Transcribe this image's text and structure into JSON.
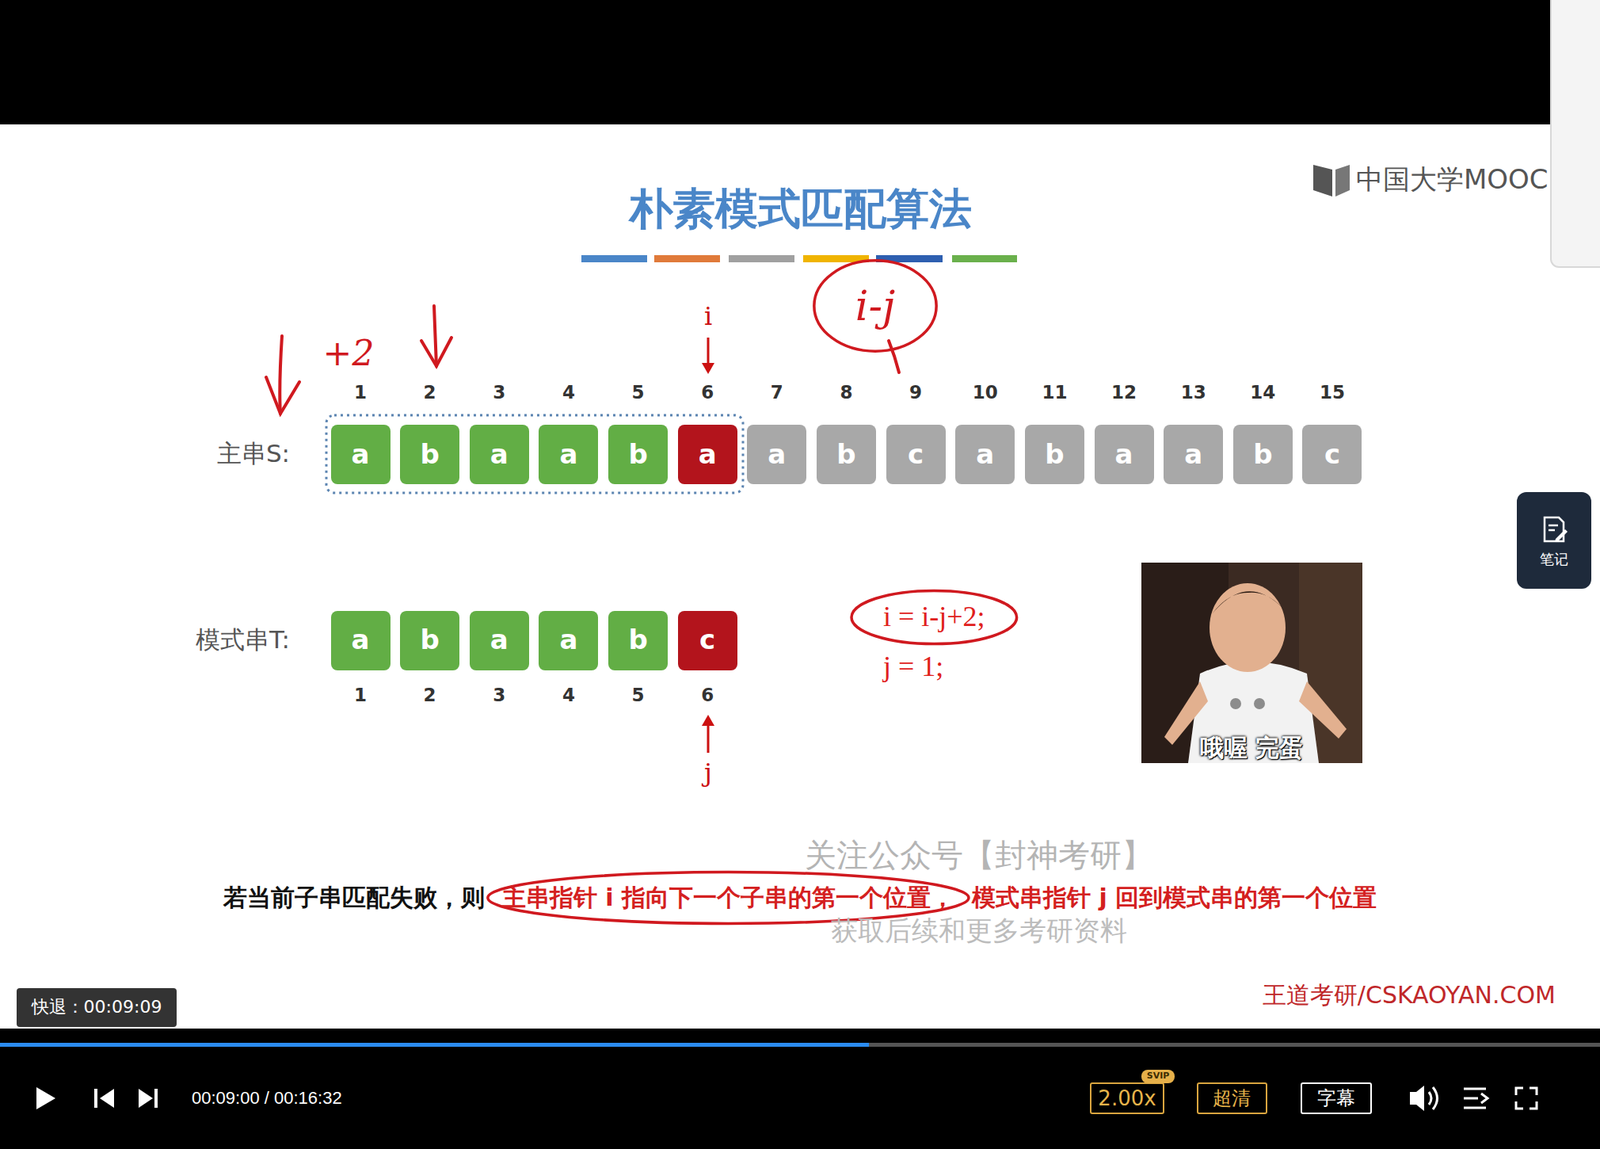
{
  "diagram": {
    "title": "朴素模式匹配算法",
    "nodes": [
      {
        "text": [
          "a"
        ]
      },
      {
        "text": [
          "b"
        ]
      },
      {
        "text": [
          "a"
        ]
      },
      {
        "text": [
          "a"
        ]
      },
      {
        "text": [
          "b"
        ]
      },
      {
        "text": [
          "a"
        ]
      },
      {
        "text": [
          "a"
        ]
      },
      {
        "text": [
          "b"
        ]
      },
      {
        "text": [
          "c"
        ]
      },
      {
        "text": [
          "a"
        ]
      },
      {
        "text": [
          "b"
        ]
      },
      {
        "text": [
          "a"
        ]
      },
      {
        "text": [
          "a"
        ]
      },
      {
        "text": [
          "b"
        ]
      },
      {
        "text": [
          "c"
        ]
      },
      {
        "text": [
          "a"
        ]
      },
      {
        "text": [
          "b"
        ]
      },
      {
        "text": [
          "a"
        ]
      },
      {
        "text": [
          "a"
        ]
      },
      {
        "text": [
          "b"
        ]
      },
      {
        "text": [
          "c"
        ]
      },
      {
        "text": [
          "笔记"
        ]
      },
      {
        "text": [
          "快退：00:09:09"
        ]
      },
      {
        "text": [
          "2.00x"
        ]
      },
      {
        "text": [
          "SVIP"
        ]
      },
      {
        "text": [
          "超清"
        ]
      },
      {
        "text": [
          "字幕"
        ]
      }
    ],
    "labels": [
      "1",
      "2",
      "3",
      "4",
      "5",
      "6",
      "7",
      "8",
      "9",
      "10",
      "11",
      "12",
      "13",
      "14",
      "15",
      "主串S:",
      "模式串T:",
      "1",
      "2",
      "3",
      "4",
      "5",
      "6",
      "i",
      "j",
      "+2",
      "i-j",
      "i = i-j+2;",
      "j = 1;",
      "哦喔 完蛋",
      "中国大学MOOC",
      "关注公众号【封神考研】",
      "获取后续和更多考研资料",
      "若当前子串匹配失败，则",
      "主串指针 i 指向下一个子串的第一个位置，",
      "模式串指针 j 回到模式串的第一个位置",
      "王道考研/CSKAOYAN.COM",
      "00:09:00 / 00:16:32"
    ]
  }
}
